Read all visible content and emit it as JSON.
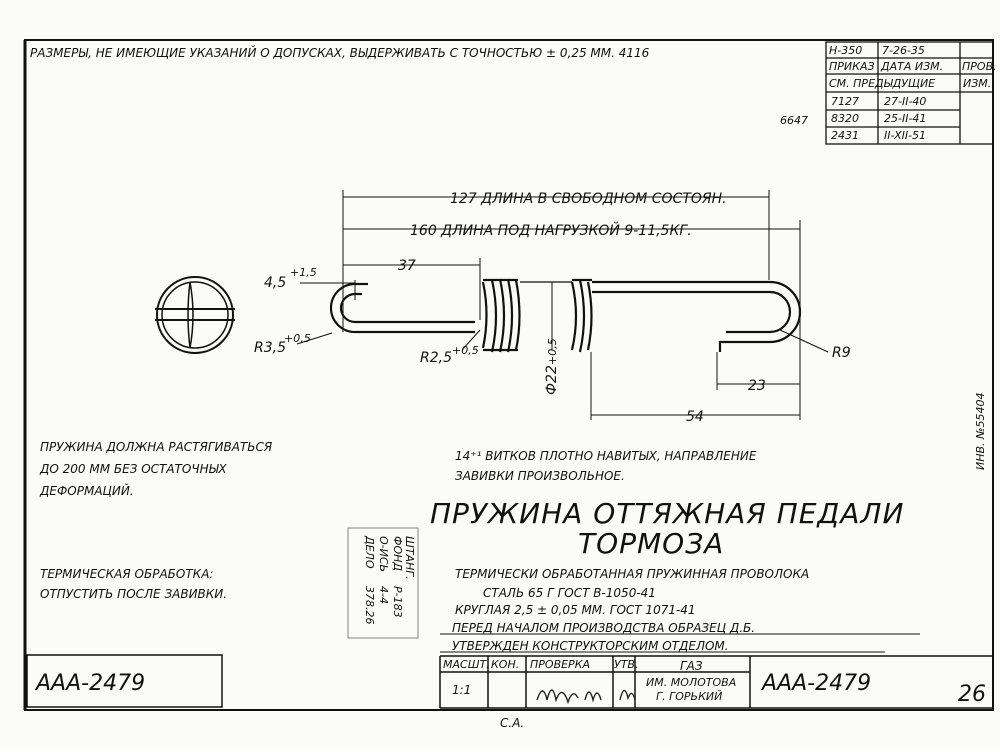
{
  "header": {
    "tolerance_note": "РАЗМЕРЫ, НЕ ИМЕЮЩИЕ УКАЗАНИЙ О ДОПУСКАХ, ВЫДЕРЖИВАТЬ С ТОЧНОСТЬЮ ± 0,25 ММ. 4116"
  },
  "revisions": {
    "top_code": "Н-350",
    "top_date": "7-26-35",
    "col_order": "ПРИКАЗ",
    "col_date": "ДАТА ИЗМ.",
    "col_check": "ПРОВ.",
    "prev_label": "СМ. ПРЕДЫДУЩИЕ",
    "prev_col3": "ИЗМ.",
    "side_number": "6647",
    "rows": [
      {
        "order": "7127",
        "date": "27-II-40"
      },
      {
        "order": "8320",
        "date": "25-II-41"
      },
      {
        "order": "2431",
        "date": "II-XII-51"
      }
    ]
  },
  "dimensions": {
    "free_length": "127 ДЛИНА В СВОБОДНОМ СОСТОЯН.",
    "load_length": "160 ДЛИНА ПОД НАГРУЗКОЙ 9-11,5КГ.",
    "d37": "37",
    "d45": "4,5",
    "d45_tol": "+1,5",
    "r35": "R3,5",
    "r35_tol": "+0,5",
    "r25": "R2,5",
    "r25_tol": "+0,5",
    "phi22": "Ф22",
    "phi22_tol": "+0,5",
    "r9": "R9",
    "d23": "23",
    "d54": "54"
  },
  "notes": {
    "stretch": [
      "ПРУЖИНА ДОЛЖНА РАСТЯГИВАТЬСЯ",
      "ДО 200 ММ БЕЗ ОСТАТОЧНЫХ",
      "ДЕФОРМАЦИЙ."
    ],
    "heat": [
      "ТЕРМИЧЕСКАЯ ОБРАБОТКА:",
      "ОТПУСТИТЬ ПОСЛЕ ЗАВИВКИ."
    ],
    "turns": [
      "14⁺¹ ВИТКОВ ПЛОТНО НАВИТЫХ, НАПРАВЛЕНИЕ",
      "ЗАВИВКИ ПРОИЗВОЛЬНОЕ."
    ],
    "side_stamp": "ИНВ. №55404"
  },
  "title": {
    "line1": "ПРУЖИНА ОТТЯЖНАЯ ПЕДАЛИ",
    "line2": "ТОРМОЗА"
  },
  "material": {
    "line1": "ТЕРМИЧЕСКИ ОБРАБОТАННАЯ ПРУЖИННАЯ ПРОВОЛОКА",
    "line2": "СТАЛЬ 65 Г   ГОСТ   В-1050-41",
    "line3": "КРУГЛАЯ 2,5 ± 0,05 ММ. ГОСТ 1071-41",
    "line4": "ПЕРЕД НАЧАЛОМ ПРОИЗВОДСТВА ОБРАЗЕЦ Д.Б.",
    "line5": "УТВЕРЖДЕН КОНСТРУКТОРСКИМ ОТДЕЛОМ."
  },
  "stamp": {
    "lines": [
      "ШТАНГ.",
      "ФОНД",
      "Р-183",
      "О-ИСЬ",
      "4-4",
      "ДЕЛО",
      "378.26"
    ]
  },
  "titleblock": {
    "drawing_number": "ААА-2479",
    "drawing_number_right": "ААА-2479",
    "sheet": "26",
    "col_scale": "МАСШТ.",
    "col_con": "КОН.",
    "col_check": "ПРОВЕРКА",
    "col_approve": "УТВ.",
    "scale": "1:1",
    "plant_line1": "ГАЗ",
    "plant_line2": "ИМ. МОЛОТОВА",
    "plant_line3": "Г. ГОРЬКИЙ",
    "bottom_mark": "С.А."
  }
}
